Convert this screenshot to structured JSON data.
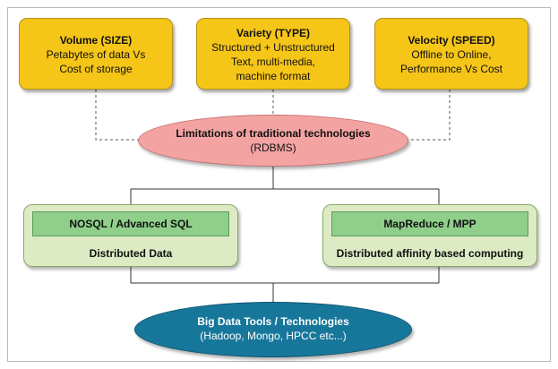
{
  "top_boxes": [
    {
      "title": "Volume (SIZE)",
      "lines": [
        "Petabytes of data Vs",
        "Cost of storage"
      ]
    },
    {
      "title": "Variety (TYPE)",
      "lines": [
        "Structured + Unstructured",
        "Text, multi-media,",
        "machine format"
      ]
    },
    {
      "title": "Velocity (SPEED)",
      "lines": [
        "Offline to Online,",
        "Performance Vs Cost"
      ]
    }
  ],
  "center": {
    "title": "Limitations of traditional technologies",
    "subtitle": "(RDBMS)"
  },
  "approaches": [
    {
      "header": "NOSQL / Advanced SQL",
      "text": "Distributed Data"
    },
    {
      "header": "MapReduce / MPP",
      "text": "Distributed affinity based computing"
    }
  ],
  "bottom": {
    "title": "Big Data Tools / Technologies",
    "subtitle": "(Hadoop, Mongo, HPCC etc...)"
  },
  "colors": {
    "top_box_fill": "#f5c518",
    "center_fill": "#f4a3a3",
    "approach_fill": "#dcebc4",
    "approach_header_fill": "#8fcf8a",
    "bottom_fill": "#17779a"
  }
}
